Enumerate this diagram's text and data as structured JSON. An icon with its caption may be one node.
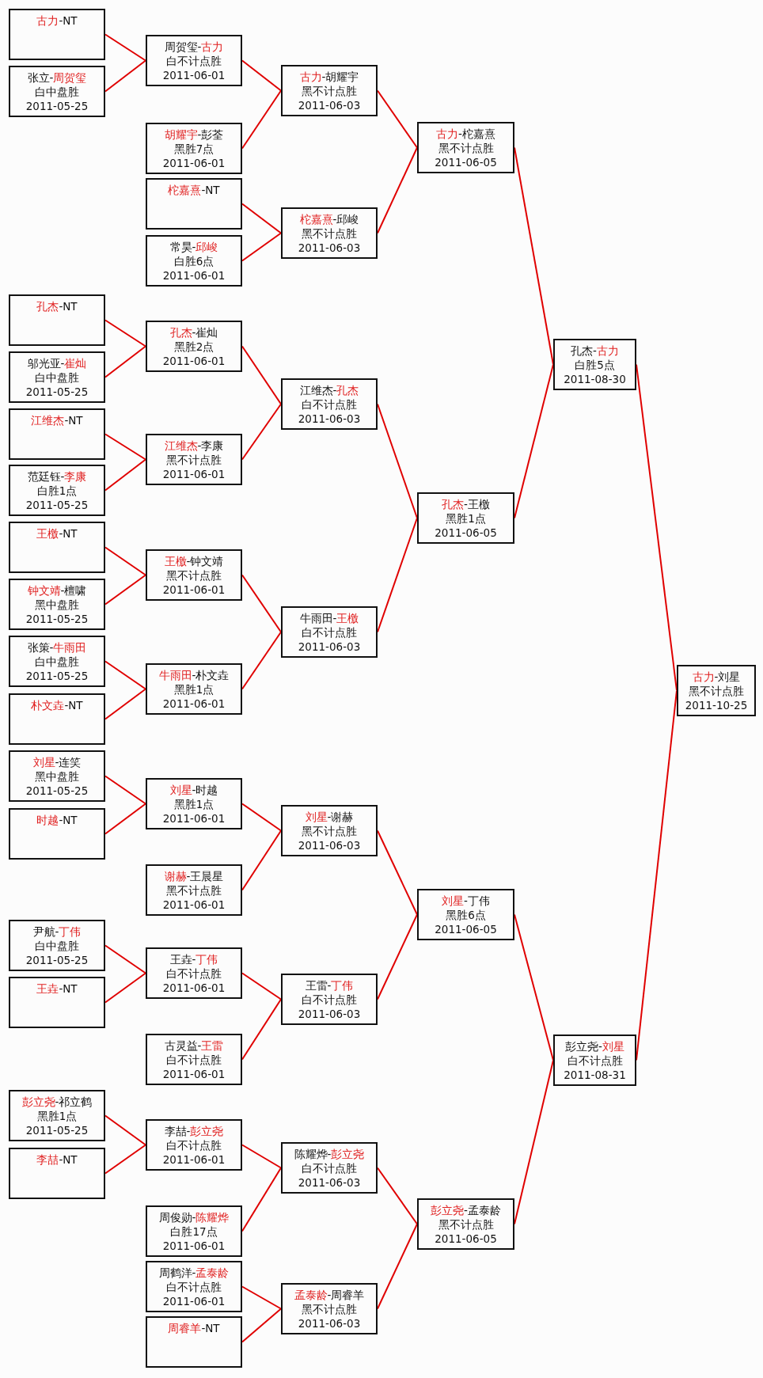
{
  "diagram": {
    "nodes": [
      {
        "text": [
          "**古力**-NT"
        ]
      },
      {
        "text": [
          "张立-**周贺玺**",
          "白中盘胜",
          "2011-05-25"
        ]
      },
      {
        "text": [
          "**孔杰**-NT"
        ]
      },
      {
        "text": [
          "邬光亚-**崔灿**",
          "白中盘胜",
          "2011-05-25"
        ]
      },
      {
        "text": [
          "**江维杰**-NT"
        ]
      },
      {
        "text": [
          "范廷钰-**李康**",
          "白胜1点",
          "2011-05-25"
        ]
      },
      {
        "text": [
          "**王檄**-NT"
        ]
      },
      {
        "text": [
          "**钟文靖**-檀啸",
          "黑中盘胜",
          "2011-05-25"
        ]
      },
      {
        "text": [
          "张策-**牛雨田**",
          "白中盘胜",
          "2011-05-25"
        ]
      },
      {
        "text": [
          "**朴文垚**-NT"
        ]
      },
      {
        "text": [
          "**刘星**-连笑",
          "黑中盘胜",
          "2011-05-25"
        ]
      },
      {
        "text": [
          "**时越**-NT"
        ]
      },
      {
        "text": [
          "尹航-**丁伟**",
          "白中盘胜",
          "2011-05-25"
        ]
      },
      {
        "text": [
          "**王垚**-NT"
        ]
      },
      {
        "text": [
          "**彭立尧**-祁立鹤",
          "黑胜1点",
          "2011-05-25"
        ]
      },
      {
        "text": [
          "**李喆**-NT"
        ]
      },
      {
        "text": [
          "周贺玺-**古力**",
          "白不计点胜",
          "2011-06-01"
        ]
      },
      {
        "text": [
          "**胡耀宇**-彭荃",
          "黑胜7点",
          "2011-06-01"
        ]
      },
      {
        "text": [
          "**柁嘉熹**-NT"
        ]
      },
      {
        "text": [
          "常昊-**邱峻**",
          "白胜6点",
          "2011-06-01"
        ]
      },
      {
        "text": [
          "**孔杰**-崔灿",
          "黑胜2点",
          "2011-06-01"
        ]
      },
      {
        "text": [
          "**江维杰**-李康",
          "黑不计点胜",
          "2011-06-01"
        ]
      },
      {
        "text": [
          "**王檄**-钟文靖",
          "黑不计点胜",
          "2011-06-01"
        ]
      },
      {
        "text": [
          "**牛雨田**-朴文垚",
          "黑胜1点",
          "2011-06-01"
        ]
      },
      {
        "text": [
          "**刘星**-时越",
          "黑胜1点",
          "2011-06-01"
        ]
      },
      {
        "text": [
          "**谢赫**-王晨星",
          "黑不计点胜",
          "2011-06-01"
        ]
      },
      {
        "text": [
          "王垚-**丁伟**",
          "白不计点胜",
          "2011-06-01"
        ]
      },
      {
        "text": [
          "古灵益-**王雷**",
          "白不计点胜",
          "2011-06-01"
        ]
      },
      {
        "text": [
          "李喆-**彭立尧**",
          "白不计点胜",
          "2011-06-01"
        ]
      },
      {
        "text": [
          "周俊勋-**陈耀烨**",
          "白胜17点",
          "2011-06-01"
        ]
      },
      {
        "text": [
          "周鹤洋-**孟泰龄**",
          "白不计点胜",
          "2011-06-01"
        ]
      },
      {
        "text": [
          "**周睿羊**-NT"
        ]
      },
      {
        "text": [
          "**古力**-胡耀宇",
          "黑不计点胜",
          "2011-06-03"
        ]
      },
      {
        "text": [
          "**柁嘉熹**-邱峻",
          "黑不计点胜",
          "2011-06-03"
        ]
      },
      {
        "text": [
          "江维杰-**孔杰**",
          "白不计点胜",
          "2011-06-03"
        ]
      },
      {
        "text": [
          "牛雨田-**王檄**",
          "白不计点胜",
          "2011-06-03"
        ]
      },
      {
        "text": [
          "**刘星**-谢赫",
          "黑不计点胜",
          "2011-06-03"
        ]
      },
      {
        "text": [
          "王雷-**丁伟**",
          "白不计点胜",
          "2011-06-03"
        ]
      },
      {
        "text": [
          "陈耀烨-**彭立尧**",
          "白不计点胜",
          "2011-06-03"
        ]
      },
      {
        "text": [
          "**孟泰龄**-周睿羊",
          "黑不计点胜",
          "2011-06-03"
        ]
      },
      {
        "text": [
          "**古力**-柁嘉熹",
          "黑不计点胜",
          "2011-06-05"
        ]
      },
      {
        "text": [
          "**孔杰**-王檄",
          "黑胜1点",
          "2011-06-05"
        ]
      },
      {
        "text": [
          "**刘星**-丁伟",
          "黑胜6点",
          "2011-06-05"
        ]
      },
      {
        "text": [
          "**彭立尧**-孟泰龄",
          "黑不计点胜",
          "2011-06-05"
        ]
      },
      {
        "text": [
          "孔杰-**古力**",
          "白胜5点",
          "2011-08-30"
        ]
      },
      {
        "text": [
          "彭立尧-**刘星**",
          "白不计点胜",
          "2011-08-31"
        ]
      },
      {
        "text": [
          "**古力**-刘星",
          "黑不计点胜",
          "2011-10-25"
        ]
      }
    ],
    "edges": [
      {
        "from": 0,
        "to": 16,
        "arrow": "none"
      },
      {
        "from": 1,
        "to": 16,
        "arrow": "none"
      },
      {
        "from": 2,
        "to": 20,
        "arrow": "none"
      },
      {
        "from": 3,
        "to": 20,
        "arrow": "none"
      },
      {
        "from": 4,
        "to": 21,
        "arrow": "none"
      },
      {
        "from": 5,
        "to": 21,
        "arrow": "none"
      },
      {
        "from": 6,
        "to": 22,
        "arrow": "none"
      },
      {
        "from": 7,
        "to": 22,
        "arrow": "none"
      },
      {
        "from": 8,
        "to": 23,
        "arrow": "none"
      },
      {
        "from": 9,
        "to": 23,
        "arrow": "none"
      },
      {
        "from": 10,
        "to": 24,
        "arrow": "none"
      },
      {
        "from": 11,
        "to": 24,
        "arrow": "none"
      },
      {
        "from": 12,
        "to": 26,
        "arrow": "none"
      },
      {
        "from": 13,
        "to": 26,
        "arrow": "none"
      },
      {
        "from": 14,
        "to": 28,
        "arrow": "none"
      },
      {
        "from": 15,
        "to": 28,
        "arrow": "none"
      },
      {
        "from": 16,
        "to": 32,
        "arrow": "none"
      },
      {
        "from": 17,
        "to": 32,
        "arrow": "none"
      },
      {
        "from": 18,
        "to": 33,
        "arrow": "none"
      },
      {
        "from": 19,
        "to": 33,
        "arrow": "none"
      },
      {
        "from": 20,
        "to": 34,
        "arrow": "none"
      },
      {
        "from": 21,
        "to": 34,
        "arrow": "none"
      },
      {
        "from": 22,
        "to": 35,
        "arrow": "none"
      },
      {
        "from": 23,
        "to": 35,
        "arrow": "none"
      },
      {
        "from": 24,
        "to": 36,
        "arrow": "none"
      },
      {
        "from": 25,
        "to": 36,
        "arrow": "none"
      },
      {
        "from": 26,
        "to": 37,
        "arrow": "none"
      },
      {
        "from": 27,
        "to": 37,
        "arrow": "none"
      },
      {
        "from": 28,
        "to": 38,
        "arrow": "none"
      },
      {
        "from": 29,
        "to": 38,
        "arrow": "none"
      },
      {
        "from": 30,
        "to": 39,
        "arrow": "none"
      },
      {
        "from": 31,
        "to": 39,
        "arrow": "none"
      },
      {
        "from": 32,
        "to": 40,
        "arrow": "none"
      },
      {
        "from": 33,
        "to": 40,
        "arrow": "none"
      },
      {
        "from": 34,
        "to": 41,
        "arrow": "none"
      },
      {
        "from": 35,
        "to": 41,
        "arrow": "none"
      },
      {
        "from": 36,
        "to": 42,
        "arrow": "none"
      },
      {
        "from": 37,
        "to": 42,
        "arrow": "none"
      },
      {
        "from": 38,
        "to": 43,
        "arrow": "none"
      },
      {
        "from": 39,
        "to": 43,
        "arrow": "none"
      },
      {
        "from": 40,
        "to": 44,
        "arrow": "none"
      },
      {
        "from": 41,
        "to": 44,
        "arrow": "none"
      },
      {
        "from": 42,
        "to": 45,
        "arrow": "none"
      },
      {
        "from": 43,
        "to": 45,
        "arrow": "none"
      },
      {
        "from": 44,
        "to": 46,
        "arrow": "none"
      },
      {
        "from": 45,
        "to": 46,
        "arrow": "none"
      }
    ]
  }
}
